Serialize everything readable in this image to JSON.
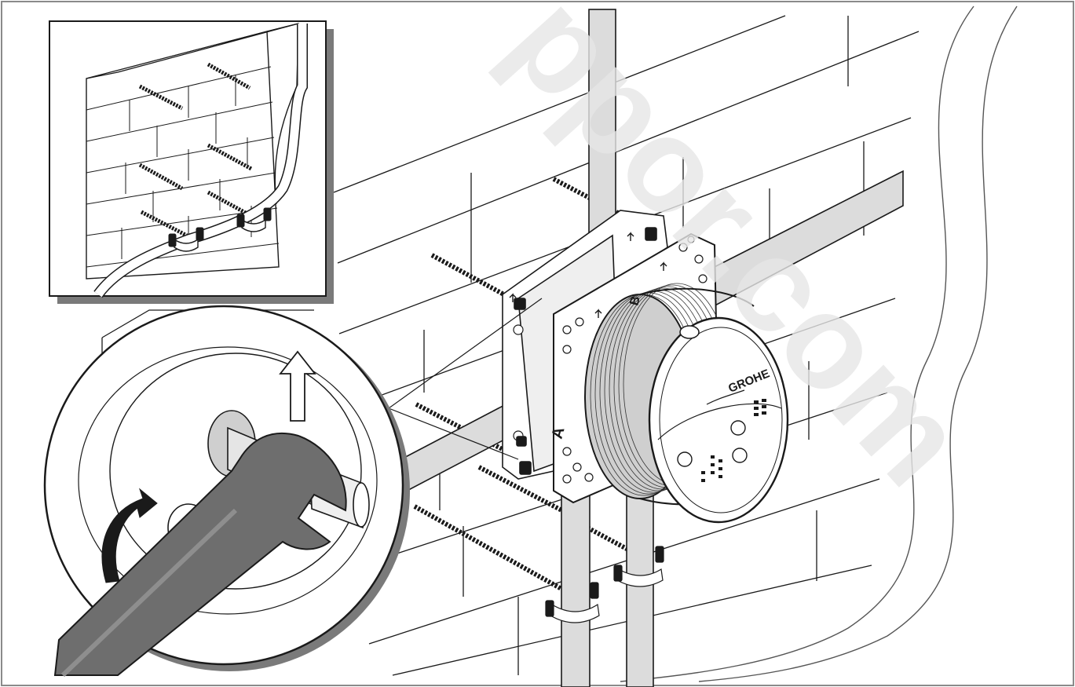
{
  "diagram": {
    "brand_label": "GROHE",
    "port_a_label": "A",
    "port_b_label": "B",
    "watermark": "ppor.com"
  },
  "colors": {
    "line": "#1a1a1a",
    "pipe_fill": "#dcdcdc",
    "shadow": "#7a7a7a",
    "wrench": "#6e6e6e",
    "watermark": "#e6e6e6",
    "frame": "#8a8a8a"
  }
}
